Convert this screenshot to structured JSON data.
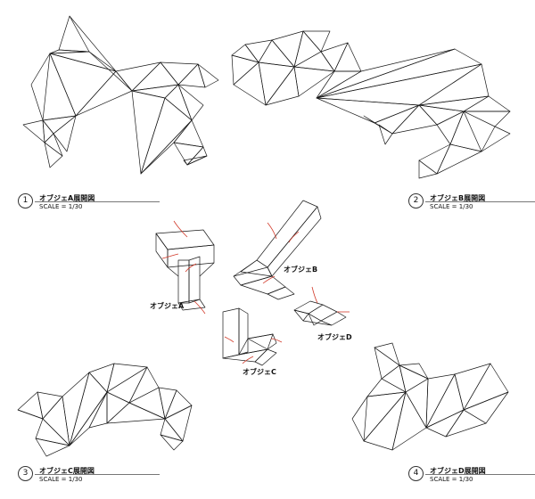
{
  "captions": [
    {
      "number": "1",
      "title": "オブジェA展開図",
      "scale": "SCALE = 1/30"
    },
    {
      "number": "2",
      "title": "オブジェB展開図",
      "scale": "SCALE = 1/30"
    },
    {
      "number": "3",
      "title": "オブジェC展開図",
      "scale": "SCALE = 1/30"
    },
    {
      "number": "4",
      "title": "オブジェD展開図",
      "scale": "SCALE = 1/30"
    }
  ],
  "models": {
    "a": "オブジェA",
    "b": "オブジェB",
    "c": "オブジェC",
    "d": "オブジェD"
  },
  "colors": {
    "line": "#1a1a1a",
    "annotation": "#d23a2a"
  }
}
